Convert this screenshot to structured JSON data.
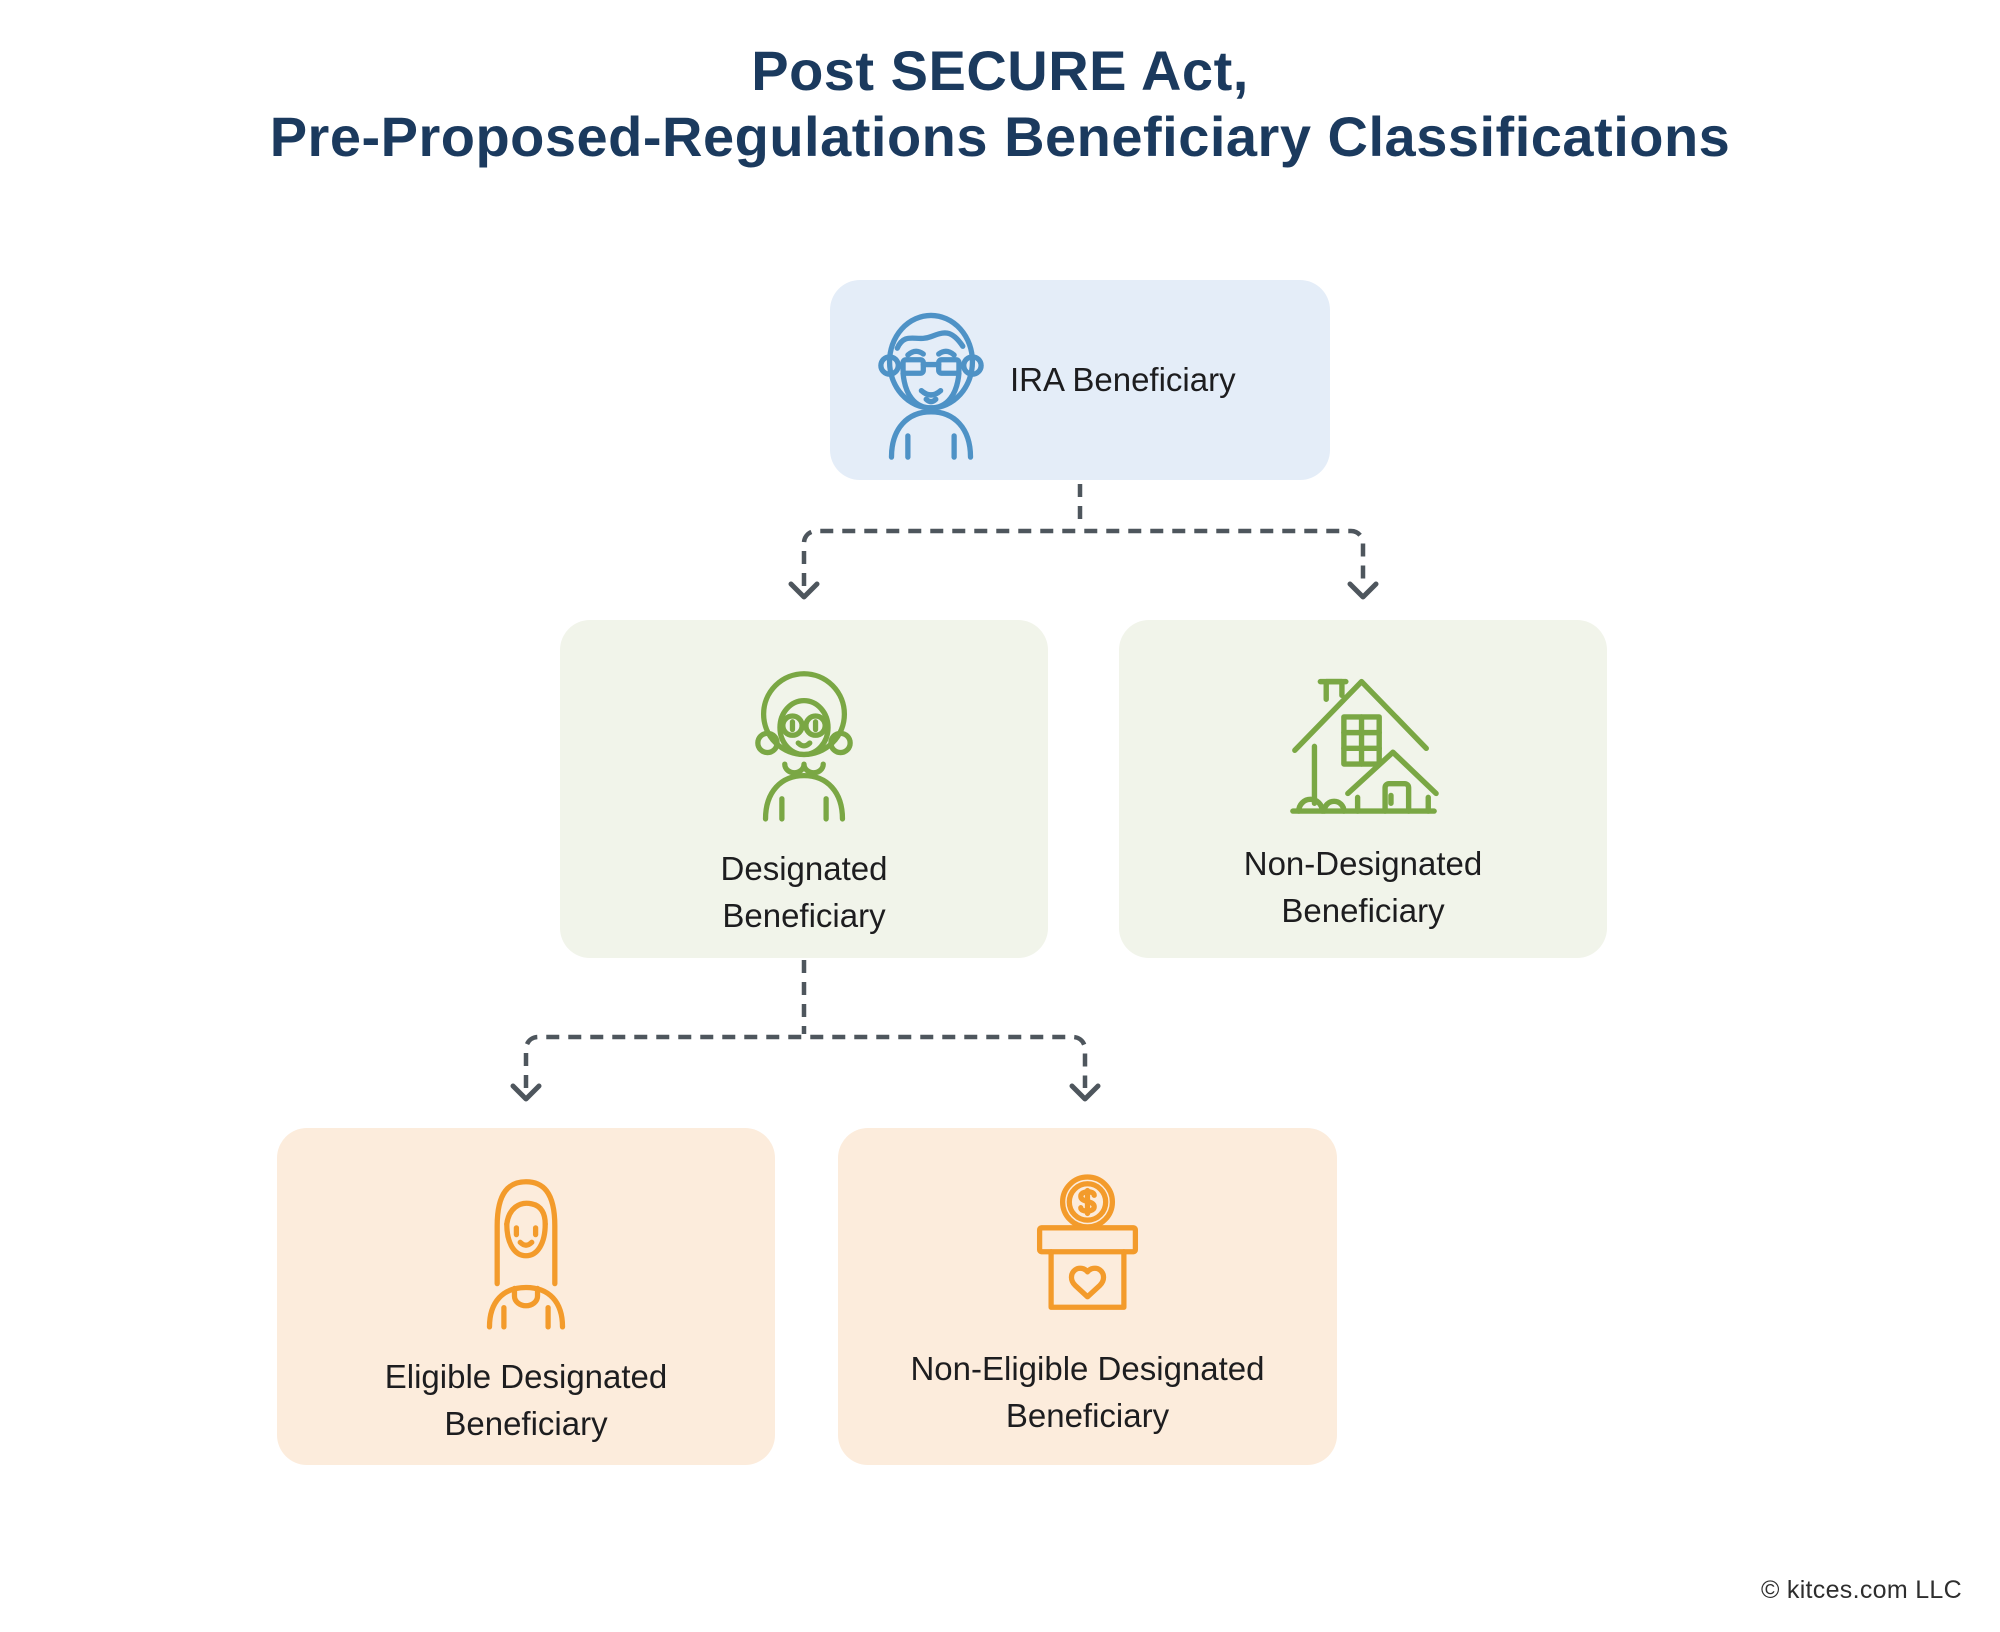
{
  "title": {
    "line1": "Post SECURE Act,",
    "line2": "Pre-Proposed-Regulations Beneficiary Classifications"
  },
  "tree": {
    "root": {
      "label": "IRA Beneficiary",
      "icon": "elderly-man-icon"
    },
    "level2": [
      {
        "label": "Designated\nBeneficiary",
        "icon": "elderly-woman-icon"
      },
      {
        "label": "Non-Designated\nBeneficiary",
        "icon": "house-icon"
      }
    ],
    "level3": [
      {
        "label": "Eligible Designated\nBeneficiary",
        "icon": "woman-icon"
      },
      {
        "label": "Non-Eligible Designated\nBeneficiary",
        "icon": "donation-box-icon"
      }
    ]
  },
  "footer": {
    "copyright": "© kitces.com LLC"
  },
  "colors": {
    "title-color": "#1b3a5e",
    "label-color": "#1d1d1f",
    "connector-color": "#4e565d",
    "footer-color": "#2e2e2e",
    "blue-bg": "#e4edf8",
    "blue-accent": "#4e92c6",
    "green-bg": "#f1f4ea",
    "green-accent": "#7aa744",
    "orange-bg": "#fcecdc",
    "orange-accent": "#f39b2b"
  }
}
